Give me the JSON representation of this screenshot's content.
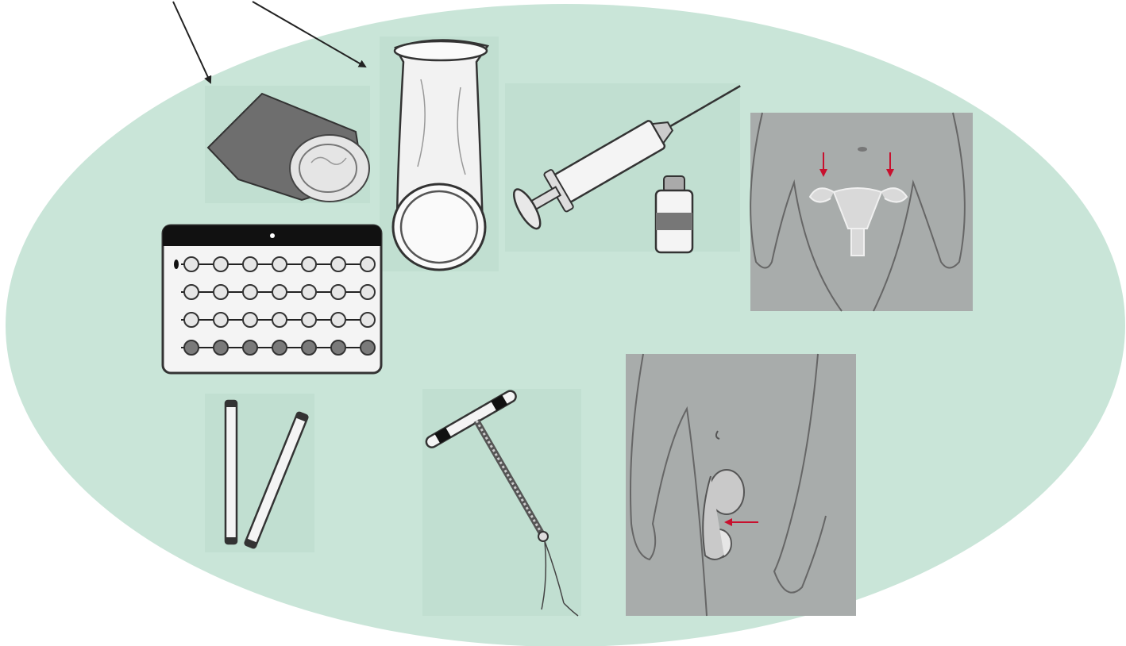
{
  "diagram": {
    "items": [
      {
        "id": "male-condom",
        "icon": "male-condom-packet-icon"
      },
      {
        "id": "female-condom",
        "icon": "female-condom-icon"
      },
      {
        "id": "injectable",
        "icon": "syringe-and-vial-icon"
      },
      {
        "id": "female-sterilization",
        "icon": "female-sterilization-illustration"
      },
      {
        "id": "pill-pack",
        "icon": "oral-contraceptive-pill-pack-icon"
      },
      {
        "id": "implants",
        "icon": "contraceptive-implant-rods-icon"
      },
      {
        "id": "iud",
        "icon": "iud-with-inserter-icon"
      },
      {
        "id": "vasectomy",
        "icon": "vasectomy-illustration"
      }
    ],
    "pointer_arrows": 2,
    "marker_arrows": 3
  },
  "colors": {
    "background": "#ffffff",
    "ellipse": "#c9e5d8",
    "tile": "#c1dfd1",
    "body_gray": "#a8acab",
    "line": "#333333",
    "marker_red": "#c8102e",
    "packet_gray": "#6e6e6e"
  }
}
